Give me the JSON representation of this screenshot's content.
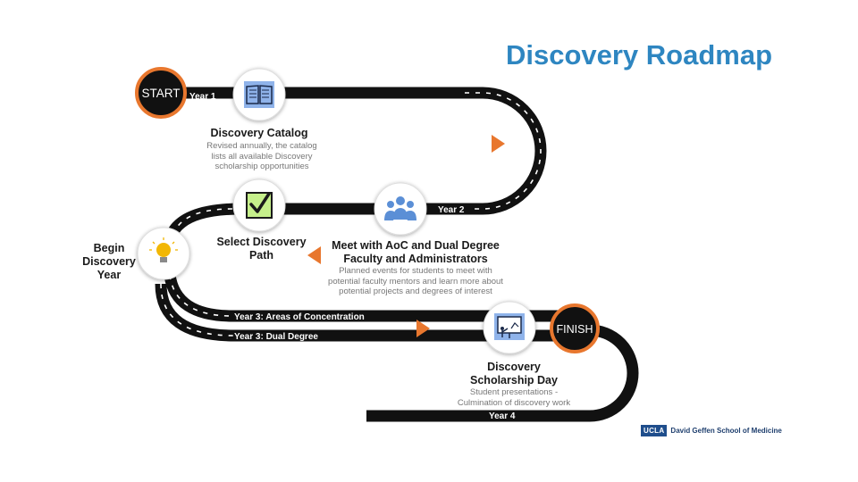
{
  "title": "Discovery Roadmap",
  "start_label": "START",
  "finish_label": "FINISH",
  "years": {
    "year1": "Year 1",
    "year2": "Year 2",
    "year3_aoc": "Year 3:  Areas of Concentration",
    "year3_dual": "Year 3:  Dual Degree",
    "year4": "Year 4"
  },
  "nodes": {
    "catalog": {
      "title": "Discovery Catalog",
      "desc": [
        "Revised annually, the catalog",
        "lists all available Discovery",
        "scholarship opportunities"
      ],
      "icon": "book-icon"
    },
    "meet": {
      "title_lines": [
        "Meet with AoC and Dual Degree",
        "Faculty and Administrators"
      ],
      "desc": [
        "Planned events for students to meet with",
        "potential faculty mentors and learn more about",
        "potential projects and degrees of interest"
      ],
      "icon": "people-icon"
    },
    "select": {
      "title_lines": [
        "Select Discovery",
        "Path"
      ],
      "icon": "checkbox-icon"
    },
    "begin": {
      "title_lines": [
        "Begin",
        "Discovery",
        "Year"
      ],
      "icon": "lightbulb-icon"
    },
    "scholarship_day": {
      "title_lines": [
        "Discovery",
        "Scholarship Day"
      ],
      "desc": [
        "Student presentations -",
        "Culmination of discovery work"
      ],
      "icon": "presentation-board-icon"
    }
  },
  "logo": {
    "badge": "UCLA",
    "text": "David Geffen School of Medicine"
  },
  "colors": {
    "title": "#2e86c1",
    "road": "#111111",
    "accent_orange": "#e8772e",
    "icon_blue": "#5b8fd6"
  }
}
